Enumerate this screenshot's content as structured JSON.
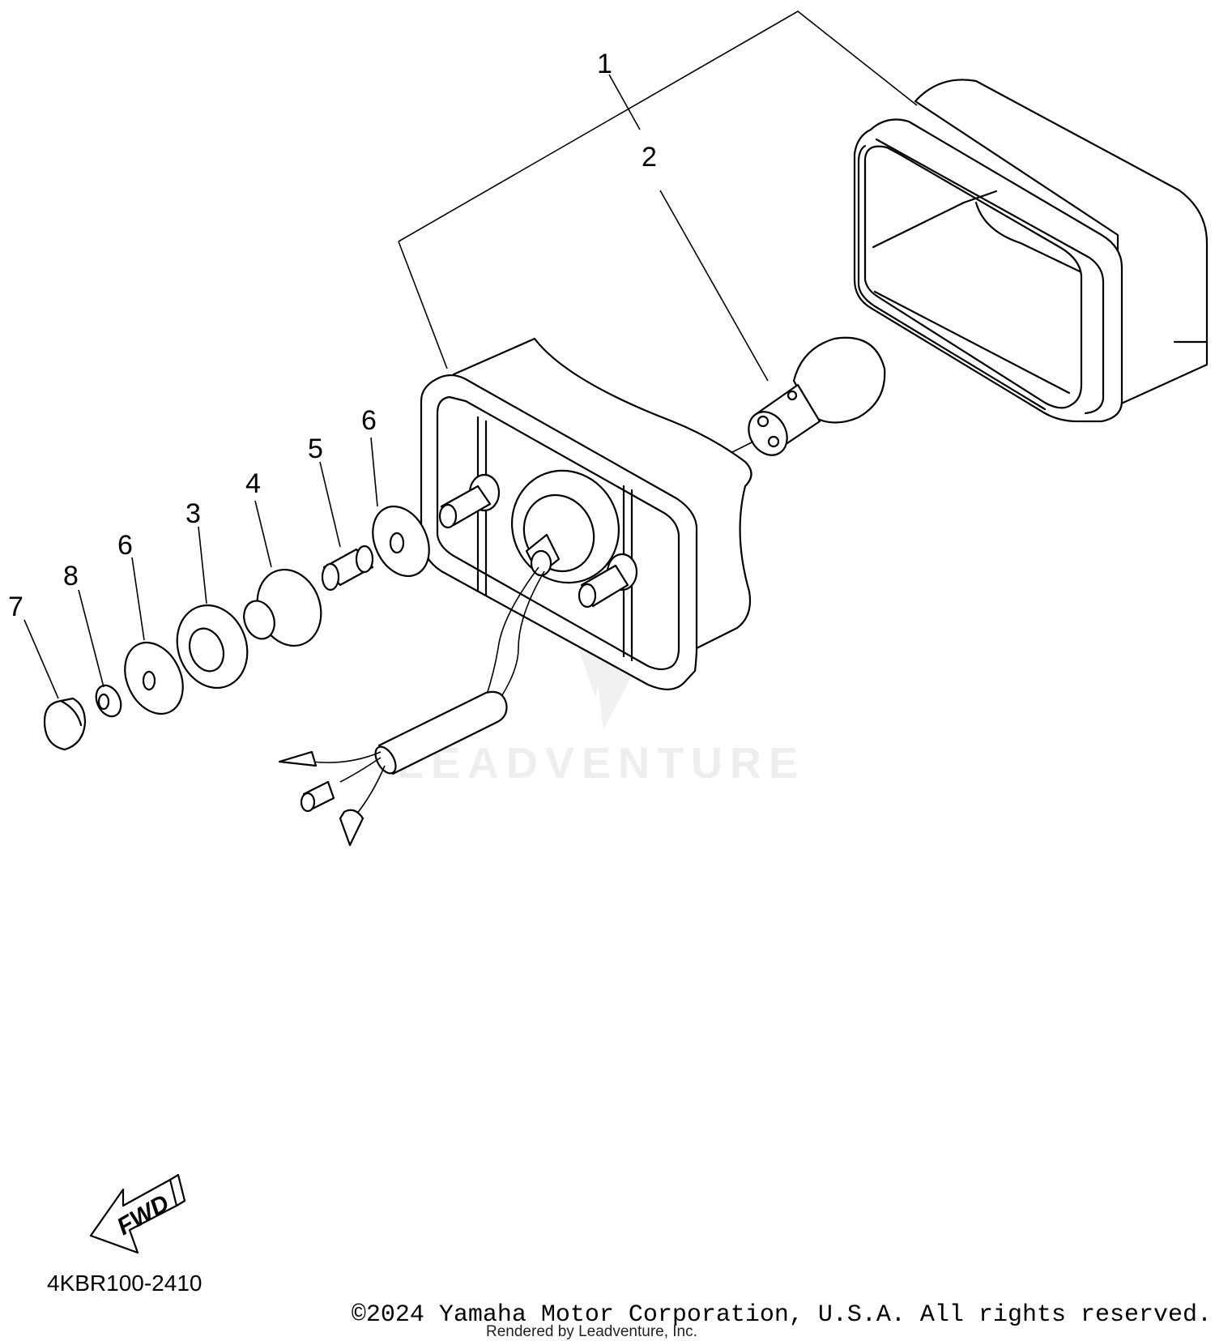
{
  "callouts": {
    "c1": "1",
    "c2": "2",
    "c3": "3",
    "c4": "4",
    "c5": "5",
    "c6a": "6",
    "c6b": "6",
    "c7": "7",
    "c8": "8"
  },
  "watermark": "LEADVENTURE",
  "fwd_label": "FWD",
  "diagram_code": "4KBR100-2410",
  "copyright": "©2024 Yamaha Motor Corporation, U.S.A. All rights reserved.",
  "rendered_by": "Rendered by Leadventure, Inc."
}
